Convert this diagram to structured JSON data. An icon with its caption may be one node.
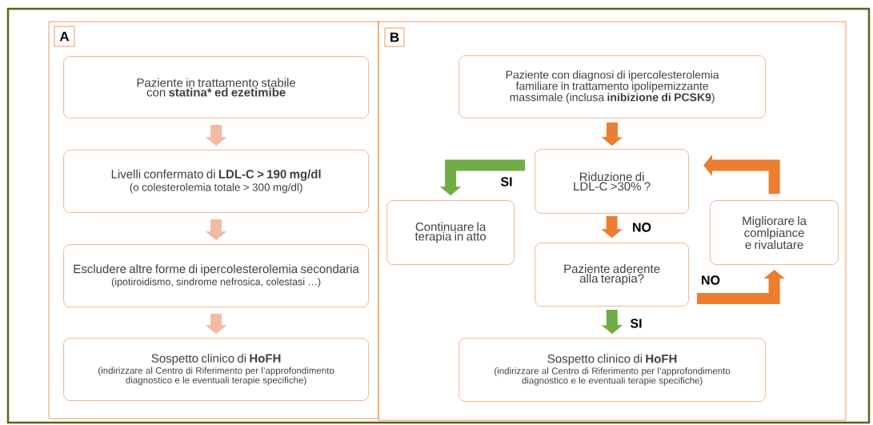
{
  "diagram": {
    "nodes": [
      {
        "text": [
          "A"
        ]
      },
      {
        "text": [
          "Paziente in trattamento stabile con **statina* ed ezetimibe**"
        ],
        "in": 0
      },
      {
        "text": [
          "Livelli confermato di **LDL-C > 190 mg/dl**",
          "(o colesterolemia totale > 300 mg/dl)"
        ],
        "in": 0
      },
      {
        "text": [
          "Escludere altre forme di ipercolesterolemia secondaria",
          "(ipotiroidismo, sindrome nefrosica, colestasi …)"
        ],
        "in": 0
      },
      {
        "text": [
          "Sospetto clinico di **HoFH**",
          "(indirizzare al Centro di Riferimento per l’approfondimento diagnostico e le eventuali terapie specifiche)"
        ],
        "in": 0
      },
      {
        "text": [
          "B"
        ]
      },
      {
        "text": [
          "Paziente con diagnosi di ipercolesterolemia familiare in trattamento ipolipemizzante massimale (inclusa **inibizione di PCSK9**)"
        ],
        "in": 5
      },
      {
        "text": [
          "Riduzione di LDL-C >30% ?"
        ],
        "in": 5
      },
      {
        "text": [
          "Continuare la terapia in atto"
        ],
        "in": 5
      },
      {
        "text": [
          "Paziente aderente alla terapia?"
        ],
        "in": 5
      },
      {
        "text": [
          "Migliorare la comlpiance e rivalutare"
        ],
        "in": 5
      },
      {
        "text": [
          "Sospetto clinico di **HoFH**",
          "(indirizzare al Centro di Riferimento per l’approfondimento diagnostico e le eventuali terapie specifiche)"
        ],
        "in": 5
      }
    ],
    "edges": [
      {
        "from": 1,
        "to": 2,
        "arrow": "to",
        "color": "#f4b9a4"
      },
      {
        "from": 2,
        "to": 3,
        "arrow": "to",
        "color": "#f4b9a4"
      },
      {
        "from": 3,
        "to": 4,
        "arrow": "to",
        "color": "#f4b9a4"
      },
      {
        "from": 6,
        "to": 7,
        "arrow": "to"
      },
      {
        "from": 7,
        "to": 8,
        "arrow": "to",
        "label": "SI",
        "color": "#70ad47"
      },
      {
        "from": 7,
        "to": 9,
        "arrow": "to",
        "label": "NO"
      },
      {
        "from": 9,
        "to": 11,
        "arrow": "to",
        "label": "SI",
        "color": "#70ad47"
      },
      {
        "from": 9,
        "to": 10,
        "arrow": "to",
        "label": "NO"
      },
      {
        "from": 10,
        "to": 7,
        "arrow": "to"
      }
    ]
  }
}
